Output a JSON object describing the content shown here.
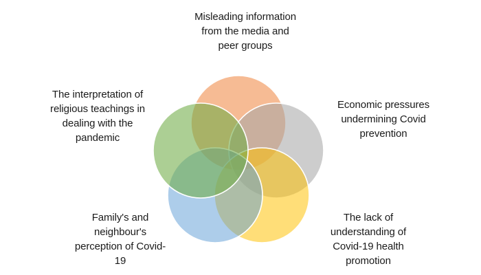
{
  "figure": {
    "type": "venn-diagram",
    "background_color": "#ffffff",
    "circle_stroke_color": "#ffffff",
    "text_color": "#1a1a1a",
    "nodes": [
      {
        "name": "misleading-media",
        "label": "Misleading information\nfrom the media and\npeer groups",
        "position": "top",
        "base_hex": "#ED7D31",
        "fill": "rgba(237,125,49,0.52)",
        "tint_hex": "#F5BD95"
      },
      {
        "name": "economic-pressures",
        "label": "Economic pressures\nundermining Covid\nprevention",
        "position": "right",
        "base_hex": "#A5A5A5",
        "fill": "rgba(165,165,165,0.56)",
        "tint_hex": "#CBCBCB"
      },
      {
        "name": "lack-of-understanding",
        "label": "The lack of\nunderstanding of\nCovid-19 health\npromotion",
        "position": "bottom-right",
        "base_hex": "#FFC000",
        "fill": "rgba(255,192,0,0.53)",
        "tint_hex": "#FADD82"
      },
      {
        "name": "family-neighbour-perception",
        "label": "Family's and\nneighbour's\nperception of Covid-\n19",
        "position": "bottom-left",
        "base_hex": "#5B9BD5",
        "fill": "rgba(91,155,213,0.50)",
        "tint_hex": "#AECBE8"
      },
      {
        "name": "religious-teachings",
        "label": "The interpretation of\nreligious teachings in\ndealing with the\npandemic",
        "position": "left",
        "base_hex": "#70AD47",
        "fill": "rgba(112,173,71,0.58)",
        "tint_hex": "#A9CB9B"
      }
    ]
  }
}
